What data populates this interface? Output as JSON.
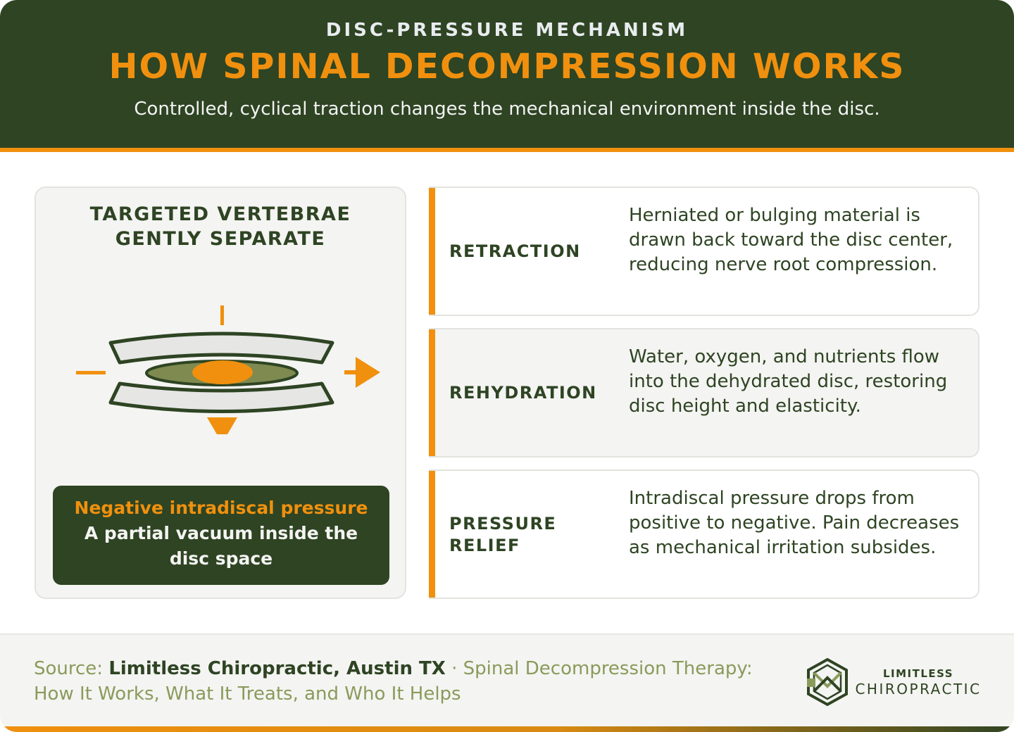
{
  "header": {
    "eyebrow": "DISC-PRESSURE MECHANISM",
    "title": "HOW SPINAL DECOMPRESSION WORKS",
    "subtitle": "Controlled, cyclical traction changes the mechanical environment inside the disc."
  },
  "left_panel": {
    "title_line1": "TARGETED VERTEBRAE",
    "title_line2": "GENTLY SEPARATE",
    "callout_head": "Negative intradiscal pressure",
    "callout_line1": "A partial vacuum inside the",
    "callout_line2": "disc space"
  },
  "cards": [
    {
      "label_line1": "RETRACTION",
      "label_line2": "",
      "desc": "Herniated or bulging material is drawn back toward the disc center, reducing nerve root compression."
    },
    {
      "label_line1": "REHYDRATION",
      "label_line2": "",
      "desc": "Water, oxygen, and nutrients flow into the dehydrated disc, restoring disc height and elasticity."
    },
    {
      "label_line1": "PRESSURE",
      "label_line2": "RELIEF",
      "desc": "Intradiscal pressure drops from positive to negative. Pain decreases as mechanical irritation subsides."
    }
  ],
  "footer": {
    "source_prefix": "Source: ",
    "source_org": "Limitless Chiropractic, Austin TX",
    "source_rest": " · Spinal Decompression Therapy: How It Works, What It Treats, and Who It Helps",
    "logo_line1": "LIMITLESS",
    "logo_line2": "CHIROPRACTIC"
  },
  "colors": {
    "brand_green": "#2e4423",
    "accent_orange": "#f0900e",
    "panel_gray": "#f4f4f2",
    "muted_olive": "#8a9a5b"
  },
  "icons": {
    "diagram": "vertebrae-separation-diagram",
    "logo": "limitless-hexagon-logo-icon"
  }
}
